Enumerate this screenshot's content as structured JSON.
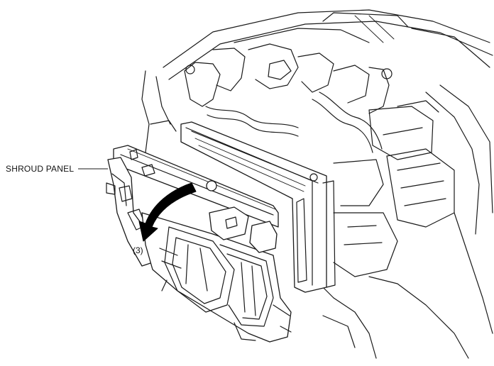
{
  "labels": {
    "shroud_panel": "SHROUD PANEL",
    "step": "(3)"
  },
  "colors": {
    "line": "#1a1a1a",
    "arrow": "#000000",
    "background": "#ffffff"
  },
  "arrow_direction": "counterclockwise-outward"
}
